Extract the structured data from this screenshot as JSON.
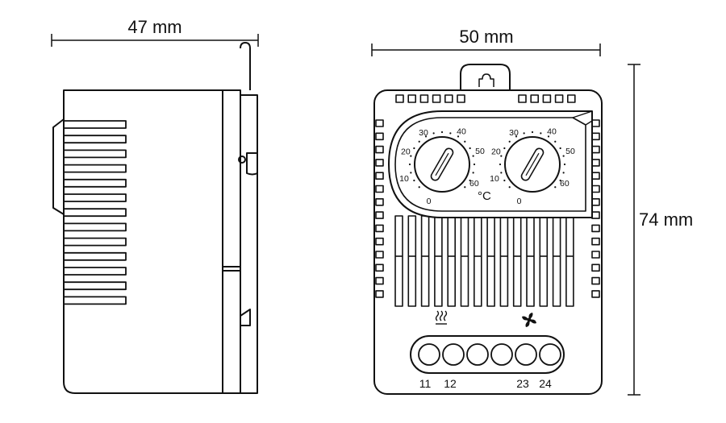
{
  "dimensions": {
    "side_width": "47 mm",
    "front_width": "50 mm",
    "height": "74 mm"
  },
  "dials": [
    {
      "scale": [
        "0",
        "10",
        "20",
        "30",
        "40",
        "50",
        "60"
      ]
    },
    {
      "scale": [
        "0",
        "10",
        "20",
        "30",
        "40",
        "50",
        "60"
      ]
    }
  ],
  "temperature_unit": "°C",
  "heater_symbol": "heater-icon",
  "fan_symbol": "fan-icon",
  "terminals": {
    "left": [
      "11",
      "12"
    ],
    "right": [
      "23",
      "24"
    ]
  }
}
